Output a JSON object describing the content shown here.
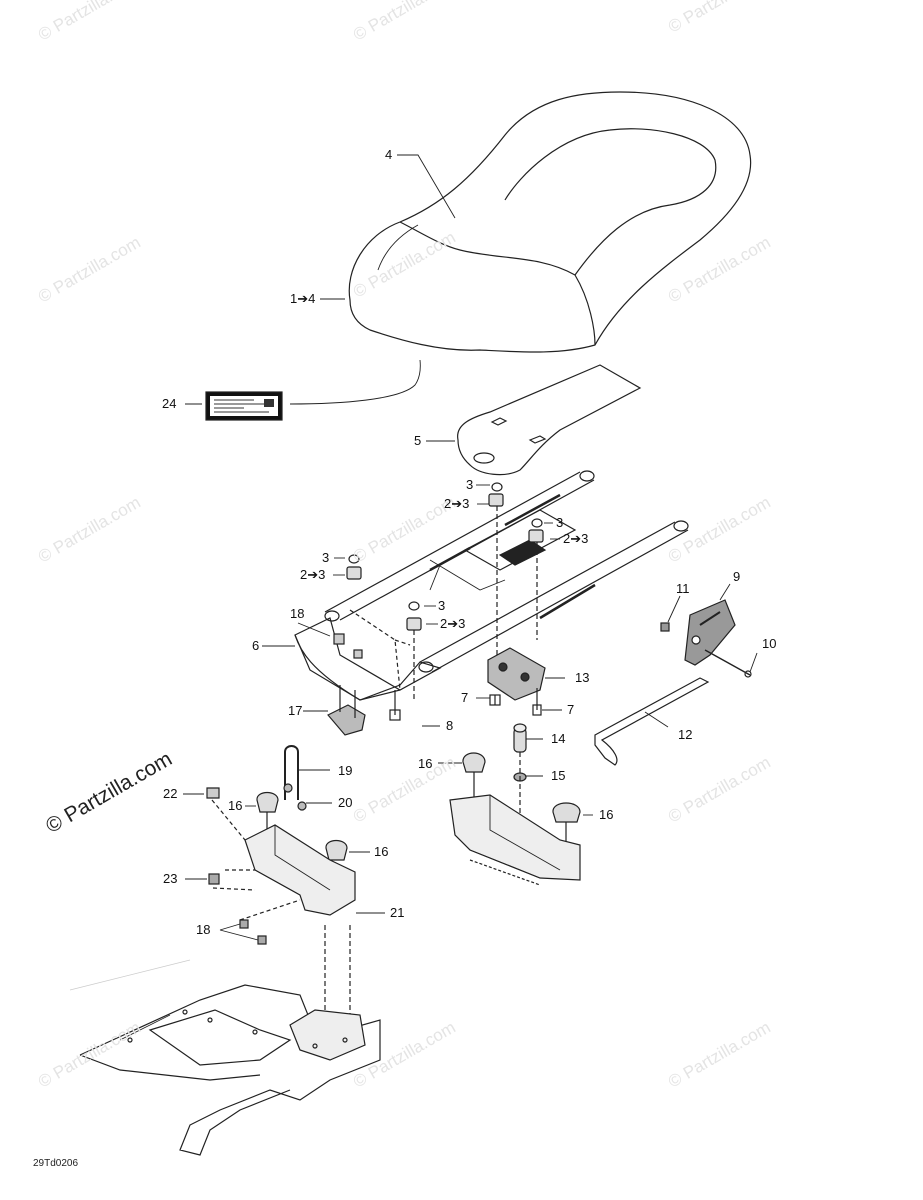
{
  "watermark": "© Partzilla.com",
  "watermark_prominent": "© Partzilla.com",
  "drawing_code": "29Td0206",
  "callouts": {
    "c1": "4",
    "c2": "1➔4",
    "c3": "24",
    "c4": "5",
    "c5": "3",
    "c6": "2➔3",
    "c7": "3",
    "c8": "2➔3",
    "c9": "3",
    "c10": "2➔3",
    "c11": "3",
    "c12": "2➔3",
    "c13": "18",
    "c14": "6",
    "c15": "9",
    "c16": "11",
    "c17": "10",
    "c18": "13",
    "c19": "7",
    "c20": "7",
    "c21": "17",
    "c22": "8",
    "c23": "12",
    "c24": "14",
    "c25": "19",
    "c26": "16",
    "c27": "15",
    "c28": "22",
    "c29": "20",
    "c30": "16",
    "c31": "16",
    "c32": "16",
    "c33": "23",
    "c34": "21",
    "c35": "18"
  }
}
